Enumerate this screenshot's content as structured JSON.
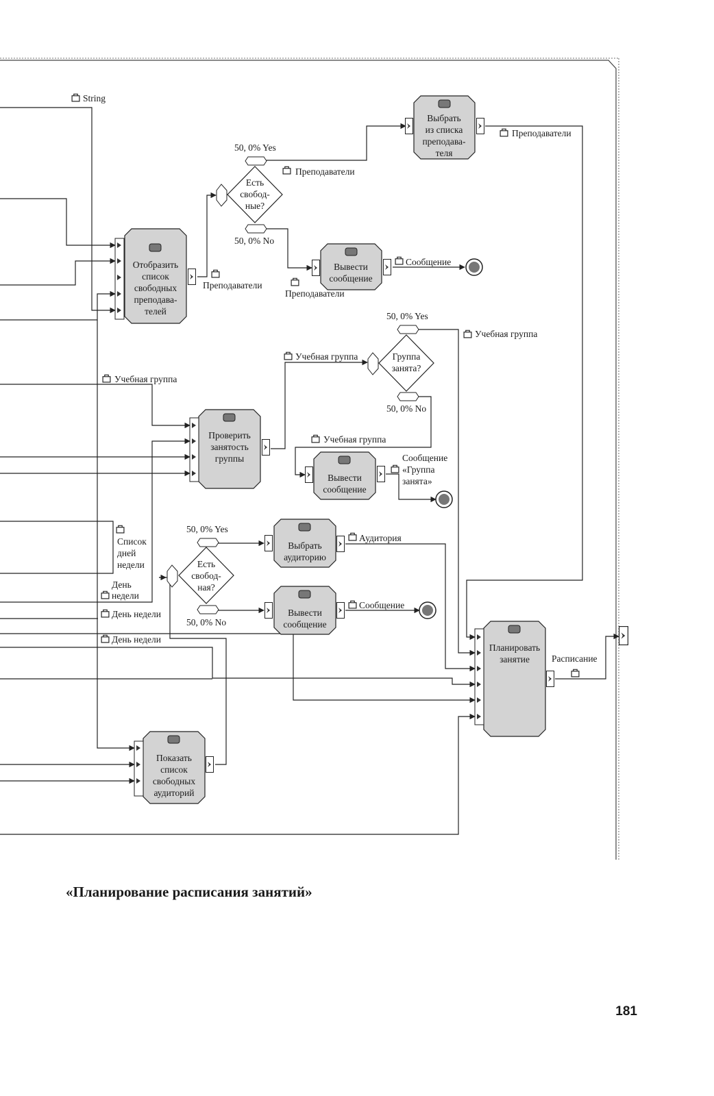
{
  "diagram": {
    "activities": {
      "choose_teacher": [
        "Выбрать",
        "из списка",
        "преподава-",
        "теля"
      ],
      "show_teachers": [
        "Отобразить",
        "список",
        "свободных",
        "преподава-",
        "телей"
      ],
      "show_message_1": [
        "Вывести",
        "сообщение"
      ],
      "check_group": [
        "Проверить",
        "занятость",
        "группы"
      ],
      "show_message_2": [
        "Вывести",
        "сообщение"
      ],
      "choose_room": [
        "Выбрать",
        "аудиторию"
      ],
      "show_message_3": [
        "Вывести",
        "сообщение"
      ],
      "plan_lesson": [
        "Планировать",
        "занятие"
      ],
      "show_rooms": [
        "Показать",
        "список",
        "свободных",
        "аудиторий"
      ]
    },
    "decisions": {
      "free_teachers": [
        "Есть",
        "свобод-",
        "ные?"
      ],
      "group_busy": [
        "Группа",
        "занята?"
      ],
      "free_room": [
        "Есть",
        "свобод-",
        "ная?"
      ]
    },
    "branches": {
      "yes_1": "50, 0% Yes",
      "no_1": "50, 0% No",
      "yes_2": "50, 0% Yes",
      "no_2": "50, 0% No",
      "yes_3": "50, 0% Yes",
      "no_3": "50, 0% No"
    },
    "labels": {
      "string": "String",
      "teachers_1": "Преподаватели",
      "teachers_2": "Преподаватели",
      "teachers_3": "Преподаватели",
      "teachers_4": "Преподаватели",
      "message_1": "Сообщение",
      "study_group_1": "Учебная группа",
      "study_group_2": "Учебная группа",
      "study_group_3": "Учебная группа",
      "study_group_4": "Учебная группа",
      "message_group_busy": [
        "Сообщение",
        "«Группа",
        "занята»"
      ],
      "days_list": [
        "Список",
        "дней",
        "недели"
      ],
      "day_1": [
        "День",
        "недели"
      ],
      "day_2": "День недели",
      "day_3": "День недели",
      "room": "Аудитория",
      "message_3": "Сообщение",
      "schedule": "Расписание"
    }
  },
  "caption": "«Планирование расписания занятий»",
  "page_number": "181"
}
